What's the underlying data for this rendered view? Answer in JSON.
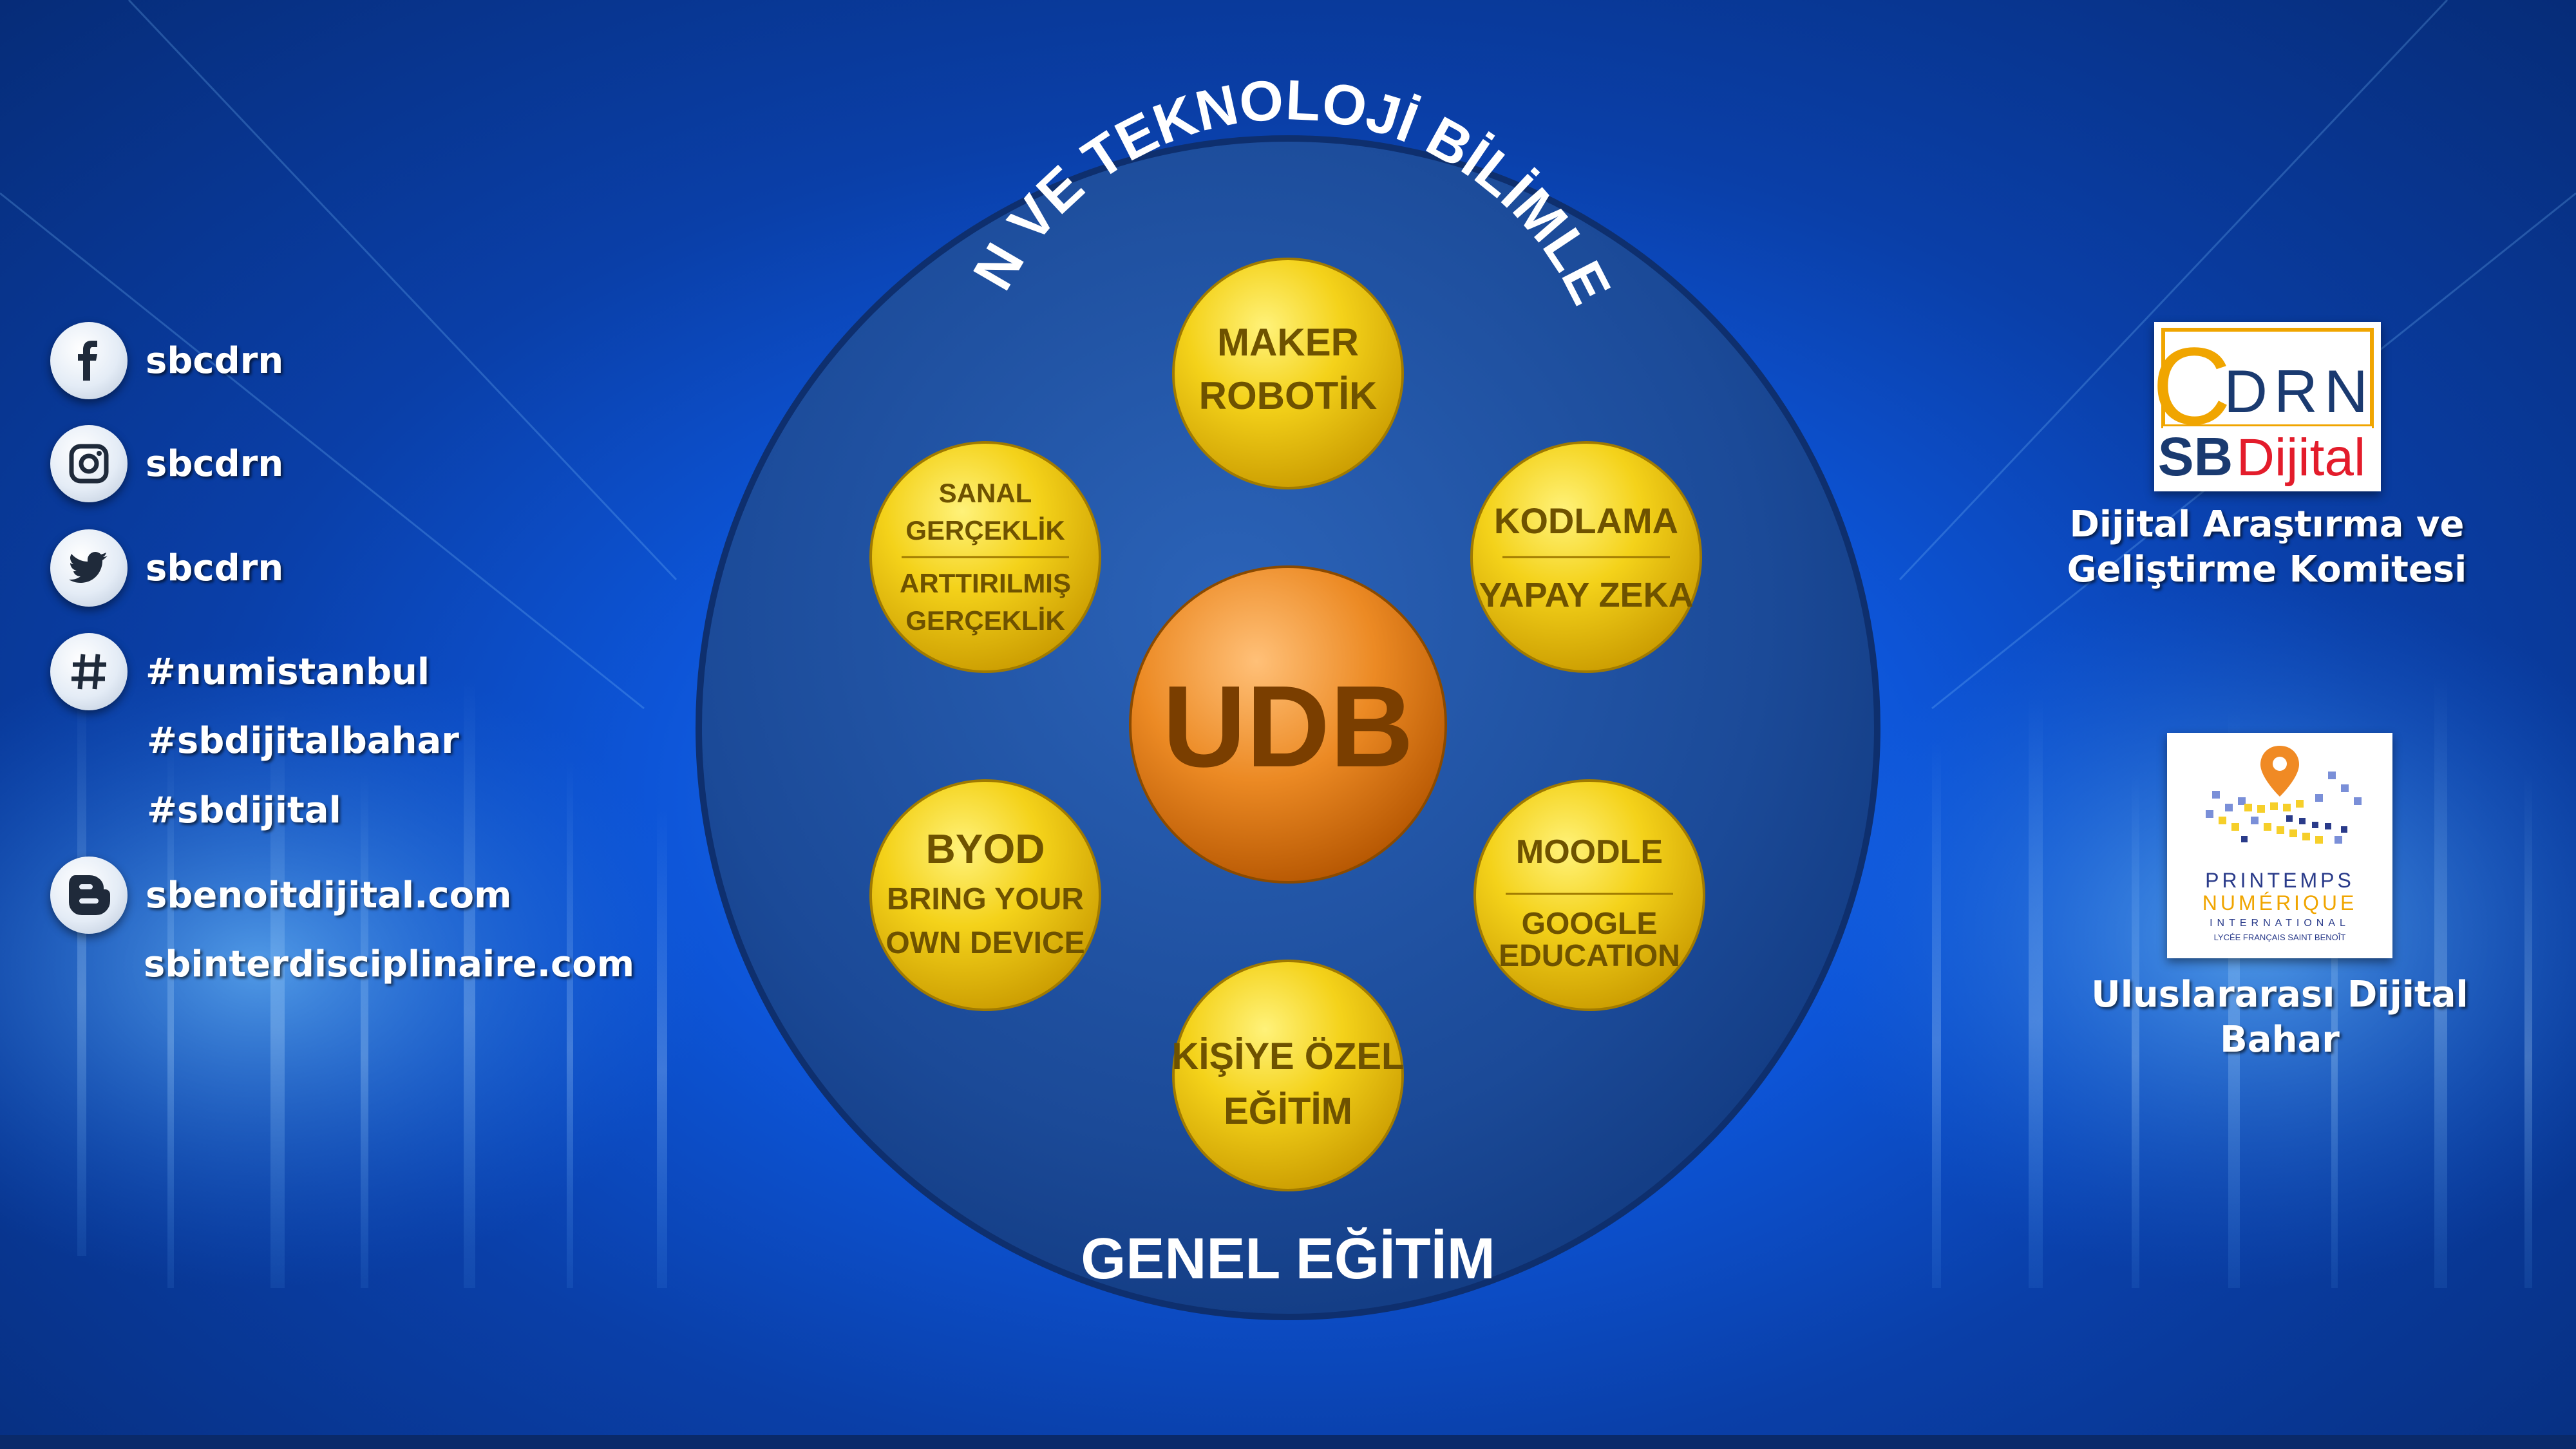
{
  "diagram": {
    "outer_top_label": "FEN VE TEKNOLOJİ BİLİMLERİ",
    "outer_bottom_label": "GENEL EĞİTİM",
    "center": "UDB",
    "nodes": {
      "top": {
        "line1": "MAKER",
        "line2": "ROBOTİK"
      },
      "upper_left": {
        "line1": "SANAL",
        "line2": "GERÇEKLİK",
        "line3": "ARTTIRILMIŞ",
        "line4": "GERÇEKLİK"
      },
      "upper_right": {
        "line1": "KODLAMA",
        "line2": "YAPAY ZEKA"
      },
      "lower_left": {
        "line1": "BYOD",
        "line2": "BRING YOUR",
        "line3": "OWN DEVICE"
      },
      "lower_right": {
        "line1": "MOODLE",
        "line2": "GOOGLE",
        "line3": "EDUCATION"
      },
      "bottom": {
        "line1": "KİŞİYE ÖZEL",
        "line2": "EĞİTİM"
      }
    }
  },
  "social": {
    "facebook": "sbcdrn",
    "instagram": "sbcdrn",
    "twitter": "sbcdrn",
    "hashtags": [
      "#numistanbul",
      "#sbdijitalbahar",
      "#sbdijital"
    ],
    "websites": [
      "sbenoitdijital.com",
      "sbinterdisciplinaire.com"
    ]
  },
  "right": {
    "cdrn_logo": {
      "c": "C",
      "drn": "DRN",
      "sb": "SB",
      "dijital": "Dijital"
    },
    "cdrn_caption": [
      "Dijital Araştırma ve",
      "Geliştirme Komitesi"
    ],
    "pn_logo": {
      "line1": "PRINTEMPS",
      "line2": "NUMÉRIQUE",
      "line3": "INTERNATIONAL",
      "line4": "LYCÉE FRANÇAIS SAINT BENOÎT"
    },
    "pn_caption": "Uluslararası Dijital Bahar"
  },
  "colors": {
    "background": "#0d55d8",
    "disc": "#1d4f9e",
    "node_gold": "#f2cc10",
    "center_orange": "#e8821d",
    "text_gold": "#6e5200"
  }
}
